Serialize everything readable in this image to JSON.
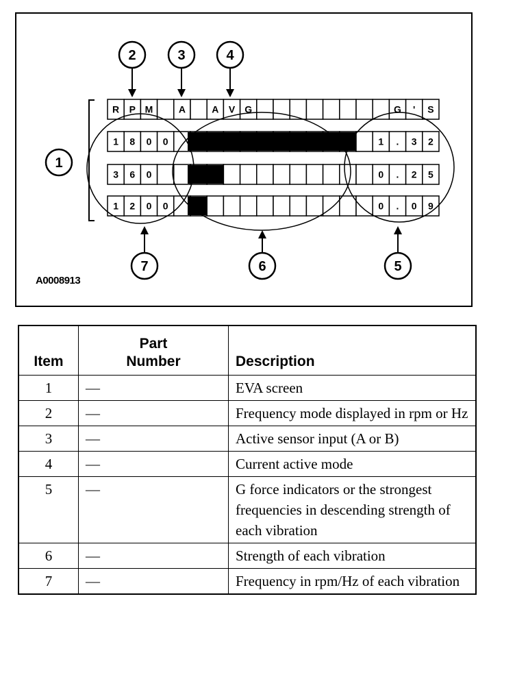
{
  "figure": {
    "id_label": "A0008913",
    "callouts": [
      "1",
      "2",
      "3",
      "4",
      "5",
      "6",
      "7"
    ],
    "screen_rows": [
      [
        "R",
        "P",
        "M",
        "",
        "A",
        "",
        "A",
        "V",
        "G",
        "",
        "",
        "",
        "",
        "",
        "",
        "",
        "",
        "G",
        "'",
        "S"
      ],
      [
        "1",
        "8",
        "0",
        "0",
        "",
        "",
        "",
        "",
        "",
        "",
        "",
        "",
        "",
        "",
        "",
        "",
        "1",
        ".",
        "3",
        "2"
      ],
      [
        "3",
        "6",
        "0",
        "",
        "",
        "",
        "",
        "",
        "",
        "",
        "",
        "",
        "",
        "",
        "",
        "",
        "0",
        ".",
        "2",
        "5"
      ],
      [
        "1",
        "2",
        "0",
        "0",
        "",
        "",
        "",
        "",
        "",
        "",
        "",
        "",
        "",
        "",
        "",
        "",
        "0",
        ".",
        "0",
        "9"
      ]
    ],
    "bar_fill_cells": [
      10,
      2,
      1
    ]
  },
  "table": {
    "headers": {
      "item": "Item",
      "part": "Part Number",
      "desc": "Description"
    },
    "rows": [
      {
        "item": "1",
        "part": "—",
        "desc": "EVA screen"
      },
      {
        "item": "2",
        "part": "—",
        "desc": "Frequency mode displayed in rpm or Hz"
      },
      {
        "item": "3",
        "part": "—",
        "desc": "Active sensor input (A or B)"
      },
      {
        "item": "4",
        "part": "—",
        "desc": "Current active mode"
      },
      {
        "item": "5",
        "part": "—",
        "desc": "G force indicators or the strongest frequencies in descending strength of each vibration"
      },
      {
        "item": "6",
        "part": "—",
        "desc": "Strength of each vibration"
      },
      {
        "item": "7",
        "part": "—",
        "desc": "Frequency in rpm/Hz of each vibration"
      }
    ]
  }
}
